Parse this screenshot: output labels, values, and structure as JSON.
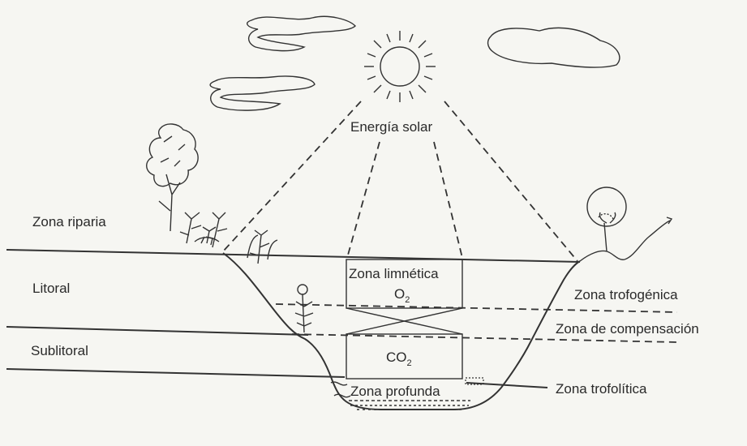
{
  "labels": {
    "solar_energy": "Energía solar",
    "riparian_zone": "Zona riparia",
    "littoral": "Litoral",
    "sublittoral": "Sublitoral",
    "limnetic_zone": "Zona limnética",
    "oxygen": "O",
    "oxygen_sub": "2",
    "carbon_dioxide": "CO",
    "carbon_dioxide_sub": "2",
    "deep_zone": "Zona profunda",
    "trophogenic_zone": "Zona trofogénica",
    "compensation_zone": "Zona de compensación",
    "tropholytic_zone": "Zona trofolítica"
  },
  "colors": {
    "background": "#f6f6f2",
    "ink": "#333333"
  }
}
